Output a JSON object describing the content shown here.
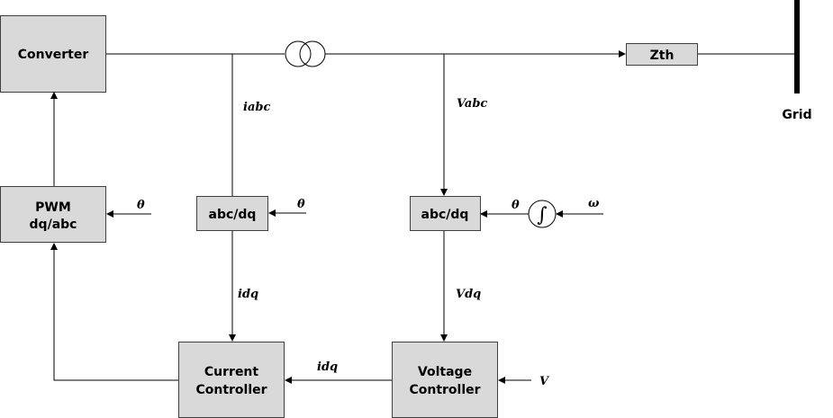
{
  "blocks": {
    "converter": "Converter",
    "pwm_line1": "PWM",
    "pwm_line2": "dq/abc",
    "abc_dq_current": "abc/dq",
    "abc_dq_voltage": "abc/dq",
    "zth": "Zth",
    "current_line1": "Current",
    "current_line2": "Controller",
    "voltage_line1": "Voltage",
    "voltage_line2": "Controller",
    "integrator": "∫"
  },
  "labels": {
    "grid": "Grid",
    "iabc": "iabc",
    "vabc": "Vabc",
    "idq_down": "idq",
    "vdq": "Vdq",
    "idq_ref": "idq",
    "v_ref": "V",
    "theta_pwm": "θ",
    "theta_current": "θ",
    "theta_voltage": "θ",
    "omega": "ω"
  },
  "colors": {
    "block_fill": "#d9d9d9"
  }
}
